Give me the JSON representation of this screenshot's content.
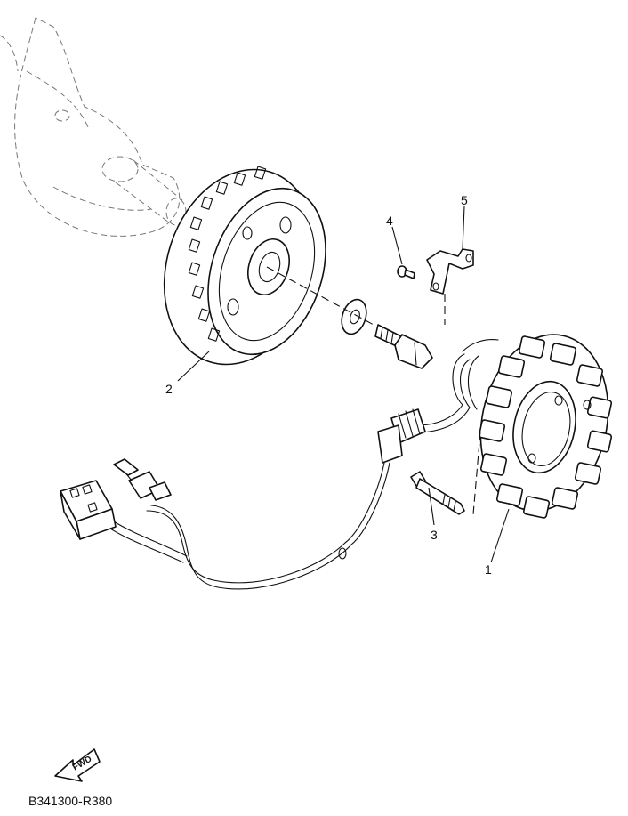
{
  "callouts": [
    {
      "id": "1",
      "label": "1"
    },
    {
      "id": "2",
      "label": "2"
    },
    {
      "id": "3",
      "label": "3"
    },
    {
      "id": "4",
      "label": "4"
    },
    {
      "id": "5",
      "label": "5"
    }
  ],
  "fwd_badge": {
    "label": "FWD"
  },
  "diagram_code": "B341300-R380"
}
